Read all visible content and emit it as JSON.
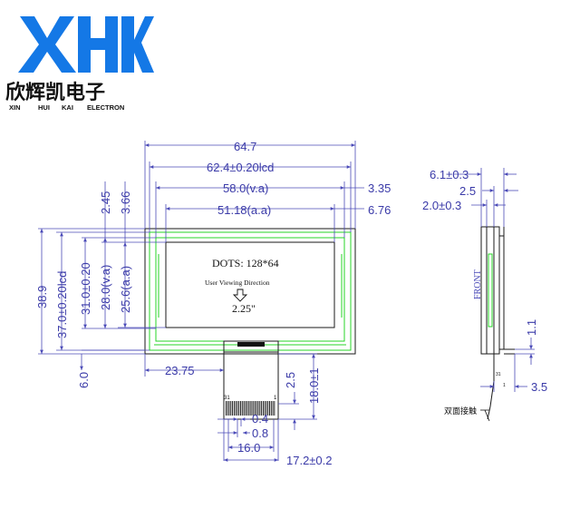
{
  "brand": {
    "logo_mark": "XHK",
    "name_cn": "欣辉凯电子",
    "name_en": [
      "XIN",
      "HUI",
      "KAI",
      "ELECTRON"
    ]
  },
  "lcd": {
    "dots": "DOTS: 128*64",
    "viewing": "User Viewing Direction",
    "size": "2.25\""
  },
  "dimensions": {
    "outer_width": "64.7",
    "lcd_width": "62.4±0.20lcd",
    "va_width": "58.0(v.a)",
    "aa_width": "51.18(a.a)",
    "right_335": "3.35",
    "right_676": "6.76",
    "left_245": "2.45",
    "left_366": "3.66",
    "outer_height": "38.9",
    "lcd_height": "37.0±0.20lcd",
    "h_31": "31.0±0.20",
    "va_height": "28.0(v.a)",
    "aa_height": "25.6(a.a)",
    "bottom_6": "6.0",
    "fpc_offset": "23.75",
    "fpc_25": "2.5",
    "fpc_len": "18.0±1",
    "pitch_04": "0.4",
    "pitch_08": "0.8",
    "fpc_16": "16.0",
    "fpc_width": "17.2±0.2",
    "side_61": "6.1±0.3",
    "side_25": "2.5",
    "side_20": "2.0±0.3",
    "side_11": "1.1",
    "side_35": "3.5",
    "front_label": "FRONT",
    "tape_note": "双面接触",
    "pin_first": "31",
    "pin_last": "1",
    "side_pin_first": "31",
    "side_pin_last": "1"
  },
  "colors": {
    "logo_blue": "#1478e6",
    "dimension_blue": "#3a3aa8",
    "outline_green": "#27d627"
  },
  "icons": [
    "arrow-down-icon"
  ]
}
